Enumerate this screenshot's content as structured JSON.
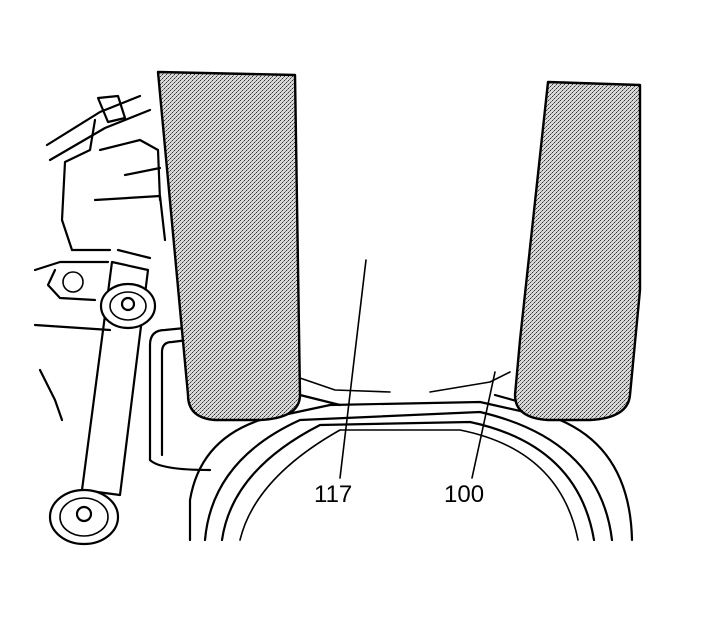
{
  "callouts": [
    {
      "id": "117",
      "text": "117"
    },
    {
      "id": "100",
      "text": "100"
    }
  ],
  "icons": [
    "seal-installer-tool-icon",
    "bolt-icon",
    "bracket-icon",
    "seal-ring-icon"
  ]
}
